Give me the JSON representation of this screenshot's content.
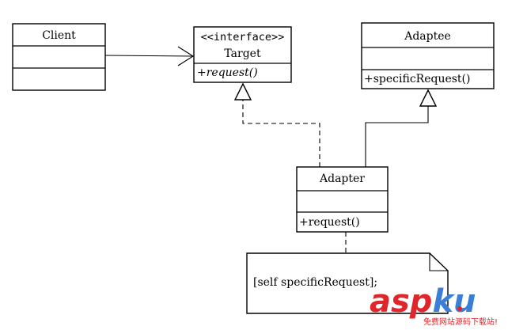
{
  "classes": {
    "client": {
      "name": "Client"
    },
    "target": {
      "stereotype": "<<interface>>",
      "name": "Target",
      "operation": "+request()"
    },
    "adaptee": {
      "name": "Adaptee",
      "operation": "+specificRequest()"
    },
    "adapter": {
      "name": "Adapter",
      "operation": "+request()"
    }
  },
  "note": {
    "text": "[self specificRequest];"
  },
  "watermark": {
    "brand": "aspku",
    "tagline": "免费网站源码下载站!",
    "colors": {
      "asp": "#e0262b",
      "ku": "#3a7fd5",
      "dot": "#e0262b",
      "tagline": "#e0262b"
    }
  }
}
